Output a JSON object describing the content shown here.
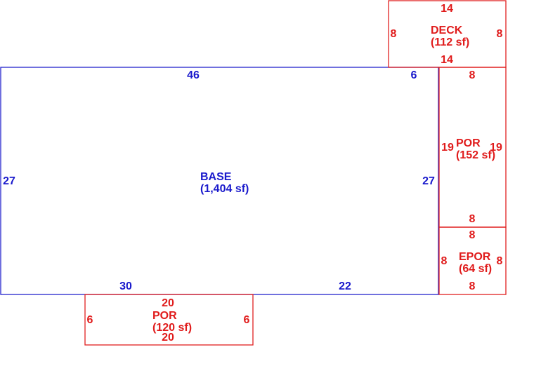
{
  "colors": {
    "base": "#2222cc",
    "addition": "#e02020"
  },
  "areas": {
    "base": {
      "name": "BASE",
      "area": "(1,404 sf)",
      "dims": {
        "top_left": "46",
        "top_right": "6",
        "left": "27",
        "right": "27",
        "bottom_left": "30",
        "bottom_right": "22"
      }
    },
    "deck": {
      "name": "DECK",
      "area": "(112 sf)",
      "dims": {
        "top": "14",
        "bottom": "14",
        "left": "8",
        "right": "8"
      }
    },
    "por_side": {
      "name": "POR",
      "area": "(152 sf)",
      "dims": {
        "top": "8",
        "bottom": "8",
        "left": "19",
        "right": "19"
      }
    },
    "epor": {
      "name": "EPOR",
      "area": "(64 sf)",
      "dims": {
        "top": "8",
        "bottom": "8",
        "left": "8",
        "right": "8"
      }
    },
    "por_front": {
      "name": "POR",
      "area": "(120 sf)",
      "dims": {
        "top": "20",
        "bottom": "20",
        "left": "6",
        "right": "6"
      }
    }
  }
}
